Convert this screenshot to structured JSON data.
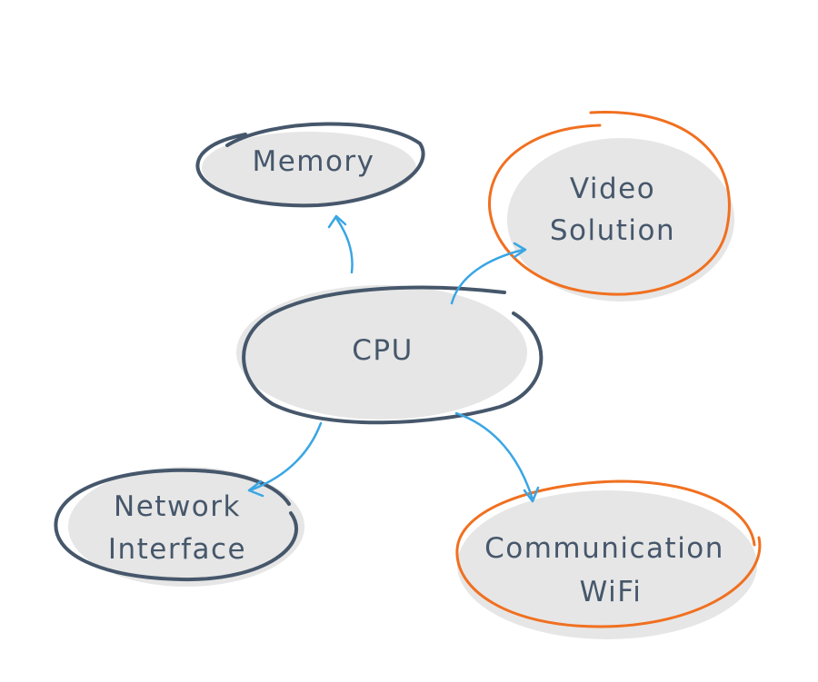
{
  "diagram": {
    "nodes": {
      "cpu": {
        "lines": [
          "CPU"
        ]
      },
      "memory": {
        "lines": [
          "Memory"
        ]
      },
      "video": {
        "lines": [
          "Video",
          "Solution"
        ]
      },
      "network": {
        "lines": [
          "Network",
          "Interface"
        ]
      },
      "wifi": {
        "lines": [
          "Communication",
          "WiFi"
        ]
      }
    },
    "edges": [
      {
        "from": "cpu",
        "to": "memory"
      },
      {
        "from": "cpu",
        "to": "video"
      },
      {
        "from": "cpu",
        "to": "network"
      },
      {
        "from": "cpu",
        "to": "wifi"
      }
    ],
    "colors": {
      "node_fill": "#e6e6e6",
      "outline_dark": "#46576b",
      "outline_orange": "#f07020",
      "arrow": "#3aa6e4",
      "text": "#46576b"
    }
  }
}
